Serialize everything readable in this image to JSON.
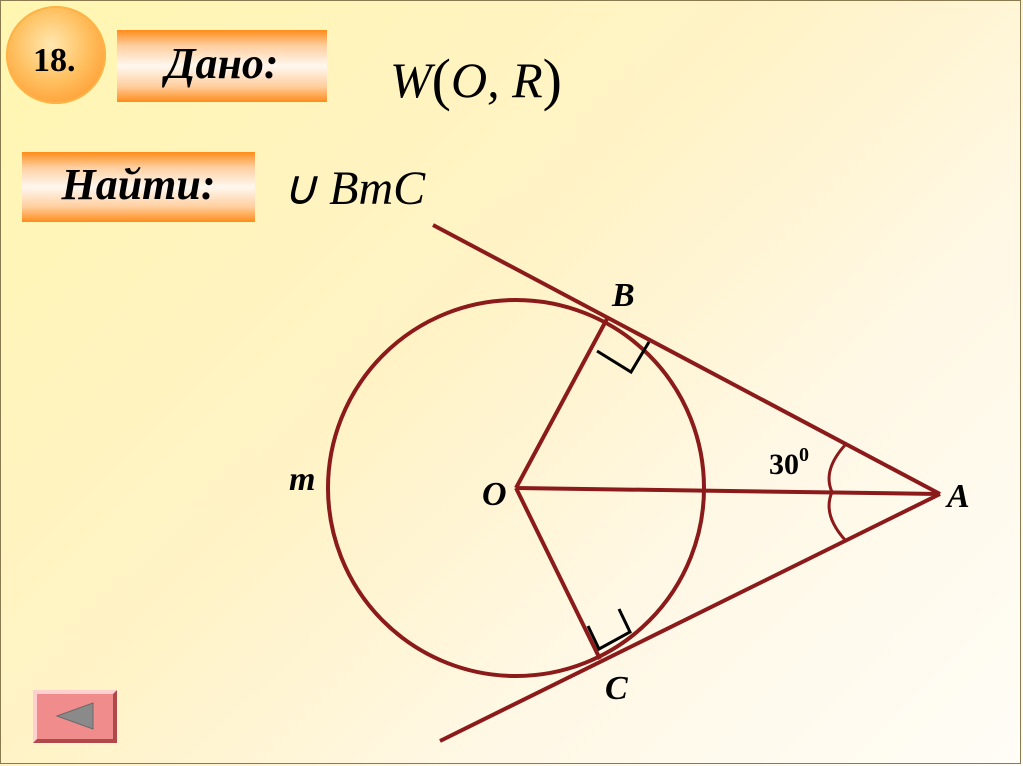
{
  "problem": {
    "number": "18.",
    "given_label": "Дано:",
    "given_formula": {
      "prefix": "W",
      "open": "(",
      "body": "O, R",
      "close": ")"
    },
    "find_label": "Найти:",
    "find_formula": "∪ BmC"
  },
  "diagram": {
    "point_labels": {
      "B": "B",
      "O": "O",
      "A": "A",
      "C": "C",
      "m": "m"
    },
    "angle_label": {
      "value": "30",
      "superscript": "0"
    },
    "colors": {
      "primary": "#8b1a1a",
      "marks": "#000000"
    }
  },
  "navigation": {
    "back_icon": "triangle-left-icon"
  },
  "colors": {
    "accent_orange": "#ff8c1a",
    "back_button": "#f08c8c"
  }
}
